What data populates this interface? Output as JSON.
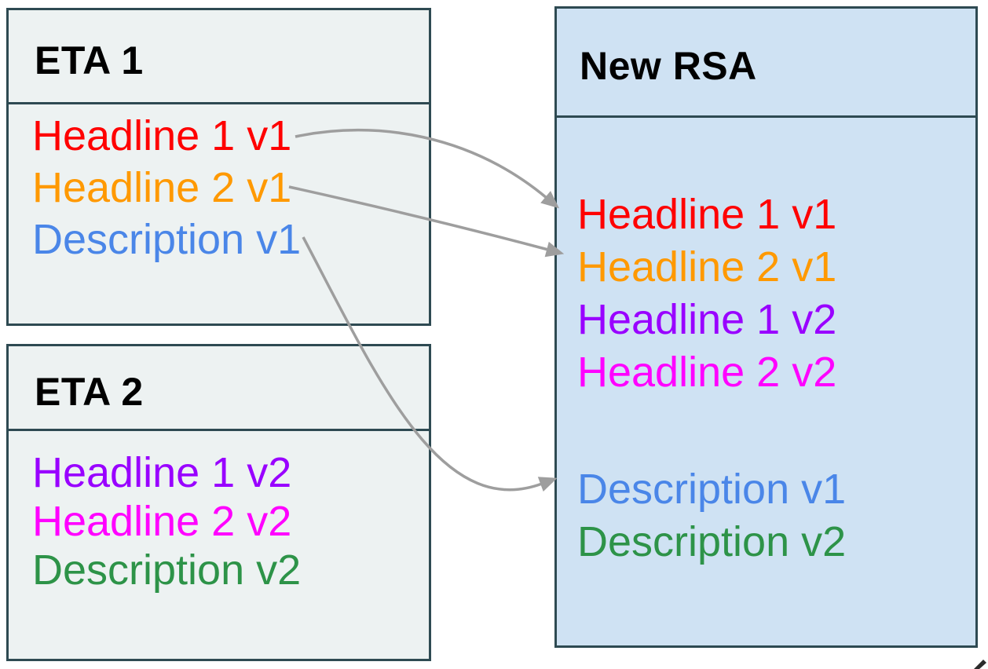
{
  "colors": {
    "box_border": "#2e4a52",
    "eta_fill": "#edf2f2",
    "rsa_fill": "#cfe2f3",
    "arrow": "#9e9e9e",
    "title_text": "#000000",
    "artifact": "#2b2b2b"
  },
  "eta1": {
    "title": "ETA 1",
    "items": [
      {
        "label": "Headline 1 v1",
        "color": "#ff0000"
      },
      {
        "label": "Headline 2 v1",
        "color": "#ff9900"
      },
      {
        "label": "Description v1",
        "color": "#4a86e8"
      }
    ]
  },
  "eta2": {
    "title": "ETA 2",
    "items": [
      {
        "label": "Headline 1 v2",
        "color": "#9900ff"
      },
      {
        "label": "Headline 2 v2",
        "color": "#ff00ff"
      },
      {
        "label": "Description v2",
        "color": "#2d9348"
      }
    ]
  },
  "rsa": {
    "title": "New RSA",
    "headlines": [
      {
        "label": "Headline 1 v1",
        "color": "#ff0000"
      },
      {
        "label": "Headline 2 v1",
        "color": "#ff9900"
      },
      {
        "label": "Headline 1 v2",
        "color": "#9900ff"
      },
      {
        "label": "Headline 2 v2",
        "color": "#ff00ff"
      }
    ],
    "descriptions": [
      {
        "label": "Description v1",
        "color": "#4a86e8"
      },
      {
        "label": "Description v2",
        "color": "#2d9348"
      }
    ]
  },
  "arrows": [
    {
      "from": "ETA 1 / Headline 1 v1",
      "to": "New RSA / Headline 1 v1"
    },
    {
      "from": "ETA 1 / Headline 2 v1",
      "to": "New RSA / Headline 2 v1"
    },
    {
      "from": "ETA 1 / Description v1",
      "to": "New RSA / Description v1"
    }
  ]
}
